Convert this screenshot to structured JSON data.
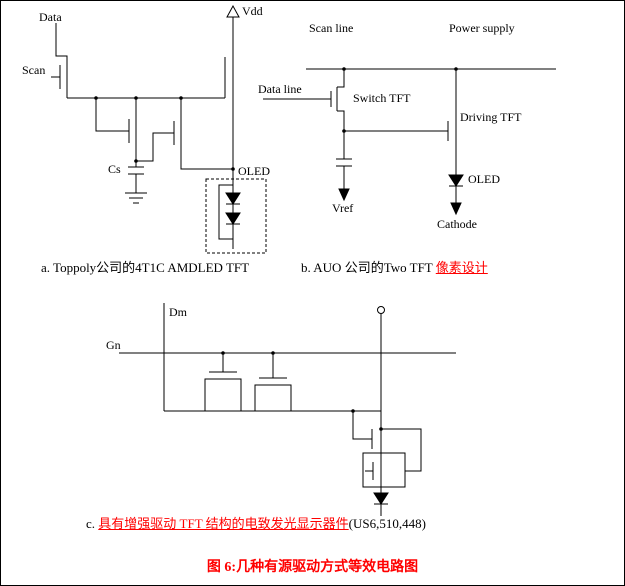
{
  "colors": {
    "background": "#ffffff",
    "wire": "#000000",
    "text": "#000000",
    "accent_red": "#ff0000"
  },
  "circuit_a": {
    "data_label": "Data",
    "vdd_label": "Vdd",
    "scan_label": "Scan",
    "cs_label": "Cs",
    "oled_label": "OLED",
    "caption": "a. Toppoly公司的4T1C AMDLED TFT"
  },
  "circuit_b": {
    "scan_line_label": "Scan line",
    "power_supply_label": "Power supply",
    "data_line_label": "Data line",
    "switch_tft_label": "Switch TFT",
    "driving_tft_label": "Driving TFT",
    "vref_label": "Vref",
    "oled_label": "OLED",
    "cathode_label": "Cathode",
    "caption_black": "b. AUO 公司的Two TFT ",
    "caption_red": "像素设计"
  },
  "circuit_c": {
    "dm_label": "Dm",
    "gn_label": "Gn",
    "caption_prefix": "c.  ",
    "caption_red": "具有增强驱动 TFT 结构的电致发光显示器件",
    "caption_suffix": "(US6,510,448)"
  },
  "figure_caption": "图 6:几种有源驱动方式等效电路图"
}
